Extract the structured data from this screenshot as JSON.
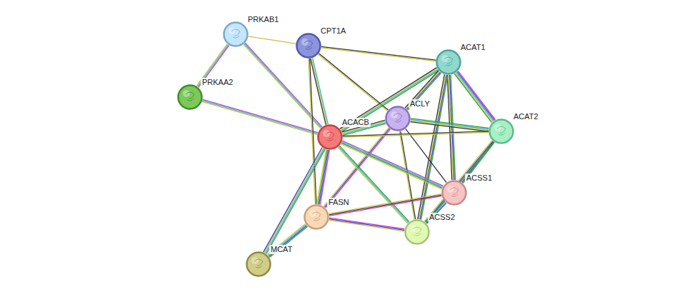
{
  "diagram": {
    "nodes": [
      {
        "text": [
          "PRKAB1"
        ]
      },
      {
        "text": [
          "CPT1A"
        ]
      },
      {
        "text": [
          "ACAT1"
        ]
      },
      {
        "text": [
          "PRKAA2"
        ]
      },
      {
        "text": [
          "ACLY"
        ]
      },
      {
        "text": [
          "ACACB"
        ]
      },
      {
        "text": [
          "ACAT2"
        ]
      },
      {
        "text": [
          "ACSS1"
        ]
      },
      {
        "text": [
          "FASN"
        ]
      },
      {
        "text": [
          "ACSS2"
        ]
      },
      {
        "text": [
          "MCAT"
        ]
      }
    ],
    "edges": [
      {
        "from": 0,
        "to": 3,
        "arrow": "none"
      },
      {
        "from": 0,
        "to": 1,
        "arrow": "none"
      },
      {
        "from": 0,
        "to": 5,
        "arrow": "none"
      },
      {
        "from": 3,
        "to": 5,
        "arrow": "none"
      },
      {
        "from": 1,
        "to": 2,
        "arrow": "none"
      },
      {
        "from": 1,
        "to": 5,
        "arrow": "none"
      },
      {
        "from": 1,
        "to": 4,
        "arrow": "none"
      },
      {
        "from": 1,
        "to": 8,
        "arrow": "none"
      },
      {
        "from": 2,
        "to": 5,
        "arrow": "none"
      },
      {
        "from": 2,
        "to": 4,
        "arrow": "none"
      },
      {
        "from": 2,
        "to": 6,
        "arrow": "none"
      },
      {
        "from": 2,
        "to": 7,
        "arrow": "none"
      },
      {
        "from": 2,
        "to": 9,
        "arrow": "none"
      },
      {
        "from": 4,
        "to": 5,
        "arrow": "none"
      },
      {
        "from": 4,
        "to": 6,
        "arrow": "none"
      },
      {
        "from": 4,
        "to": 7,
        "arrow": "none"
      },
      {
        "from": 4,
        "to": 9,
        "arrow": "none"
      },
      {
        "from": 4,
        "to": 8,
        "arrow": "none"
      },
      {
        "from": 5,
        "to": 6,
        "arrow": "none"
      },
      {
        "from": 5,
        "to": 7,
        "arrow": "none"
      },
      {
        "from": 5,
        "to": 9,
        "arrow": "none"
      },
      {
        "from": 5,
        "to": 8,
        "arrow": "none"
      },
      {
        "from": 5,
        "to": 10,
        "arrow": "none"
      },
      {
        "from": 6,
        "to": 7,
        "arrow": "none"
      },
      {
        "from": 6,
        "to": 9,
        "arrow": "none"
      },
      {
        "from": 7,
        "to": 9,
        "arrow": "none"
      },
      {
        "from": 7,
        "to": 8,
        "arrow": "none"
      },
      {
        "from": 8,
        "to": 9,
        "arrow": "none"
      },
      {
        "from": 8,
        "to": 10,
        "arrow": "none"
      }
    ]
  }
}
